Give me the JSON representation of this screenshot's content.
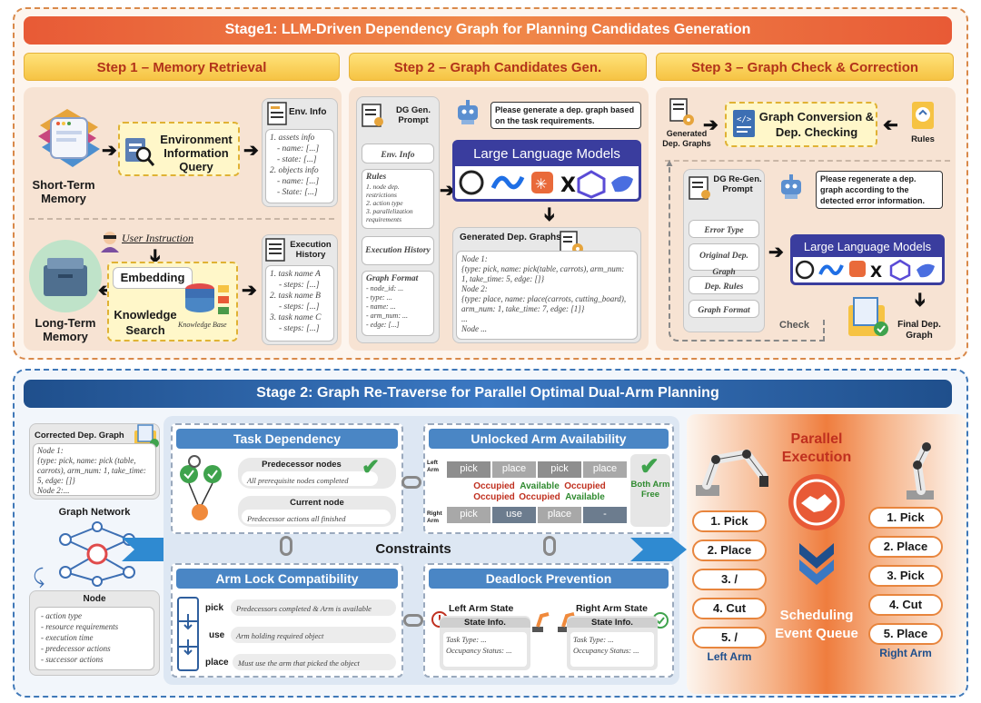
{
  "stage1": {
    "title": "Stage1: LLM-Driven Dependency Graph for Planning Candidates Generation",
    "step1": {
      "title": "Step 1 – Memory Retrieval",
      "short_term": "Short-Term Memory",
      "long_term": "Long-Term Memory",
      "env_query": "Environment Information Query",
      "user_instruction": "User Instruction",
      "embedding": "Embedding",
      "knowledge_search": "Knowledge Search",
      "knowledge_base": "Knowledge Base",
      "env_info_title": "Env. Info",
      "env_info_lines": [
        "1. assets info",
        "- name: [...]",
        "- state: [...]",
        "2. objects info",
        "- name: [...]",
        "- State: [...]"
      ],
      "exec_history_title": "Execution History",
      "exec_lines": [
        "1. task name A",
        "- steps: [...]",
        "2. task name B",
        "- steps: [...]",
        "3. task name C",
        "- steps: [...]"
      ]
    },
    "step2": {
      "title": "Step 2 – Graph Candidates Gen.",
      "prompt_title": "DG Gen. Prompt",
      "env_info": "Env. Info",
      "rules": "Rules",
      "rules_lines": [
        "1. node dep. restrictions",
        "2. action type",
        "3. parallelization requirements"
      ],
      "exec_history": "Execution History",
      "graph_format": "Graph Format",
      "graph_format_lines": [
        "- node_id: ...",
        "- type: ...",
        "- name: ...",
        "- arm_num: ...",
        "- edge: [...]"
      ],
      "speech": "Please generate a dep. graph based on the task requirements.",
      "llm": "Large Language Models",
      "generated_title": "Generated Dep. Graphs",
      "generated_lines": [
        "Node 1:",
        "{type: pick, name: pick(table, carrots), arm_num: 1, take_time: 5, edge: []}",
        "Node 2:",
        "{type: place, name: place(carrots, cutting_board), arm_num: 1, take_time: 7, edge: [1]}",
        "...",
        "Node ..."
      ]
    },
    "step3": {
      "title": "Step 3 – Graph Check & Correction",
      "generated": "Generated Dep. Graphs",
      "conversion": "Graph Conversion & Dep. Checking",
      "rules": "Rules",
      "prompt_title": "DG Re-Gen. Prompt",
      "error_type": "Error Type",
      "original": "Original Dep. Graph",
      "dep_rules": "Dep. Rules",
      "graph_format": "Graph Format",
      "check": "Check",
      "speech": "Please regenerate a dep. graph according to the detected error information.",
      "llm": "Large Language Models",
      "final": "Final Dep. Graph"
    }
  },
  "stage2": {
    "title": "Stage 2: Graph Re-Traverse for Parallel Optimal Dual-Arm Planning",
    "corrected_title": "Corrected Dep. Graph",
    "corrected_lines": [
      "Node 1:",
      "{type: pick, name: pick (table, carrots), arm_num: 1, take_time: 5, edge: []}",
      "Node 2:..."
    ],
    "graph_network": "Graph Network",
    "node_title": "Node",
    "node_lines": [
      "- action type",
      "- resource requirements",
      "- execution time",
      "- predecessor actions",
      "- successor actions"
    ],
    "task_dependency": {
      "title": "Task Dependency",
      "pred_title": "Predecessor nodes",
      "pred_text": "All prerequisite nodes completed",
      "cur_title": "Current node",
      "cur_text": "Predecessor actions all finished"
    },
    "unlocked": {
      "title": "Unlocked Arm Availability",
      "left_label": "Left Arm",
      "right_label": "Right Arm",
      "left_slots": [
        "pick",
        "place",
        "pick",
        "place"
      ],
      "right_slots": [
        "pick",
        "use",
        "place",
        "-"
      ],
      "status_top": [
        "Occupied",
        "Available",
        "Occupied"
      ],
      "status_bottom": [
        "Occupied",
        "Occupied",
        "Available"
      ],
      "both_free": "Both Arm Free"
    },
    "constraints": "Constraints",
    "arm_lock": {
      "title": "Arm Lock Compatibility",
      "rows": [
        {
          "key": "pick",
          "text": "Predecessors completed & Arm is available"
        },
        {
          "key": "use",
          "text": "Arm holding required object"
        },
        {
          "key": "place",
          "text": "Must use the arm that picked the object"
        }
      ]
    },
    "deadlock": {
      "title": "Deadlock Prevention",
      "left_state": "Left Arm State",
      "right_state": "Right Arm State",
      "state_info": "State Info.",
      "task_type": "Task Type: ...",
      "occupancy": "Occupancy Status: ..."
    },
    "parallel": "Parallel Execution",
    "scheduling": "Scheduling Event Queue",
    "left_queue": [
      "1. Pick",
      "2. Place",
      "3. /",
      "4. Cut",
      "5. /"
    ],
    "right_queue": [
      "1. Pick",
      "2. Place",
      "3. Pick",
      "4. Cut",
      "5. Place"
    ],
    "left_arm": "Left Arm",
    "right_arm": "Right Arm"
  },
  "colors": {
    "stage1_accent": "#e85a36",
    "stage2_accent": "#1f4f8c",
    "step_banner": "#f6c343",
    "llm": "#3a3d9e",
    "occupied": "#c0301f",
    "available": "#2f8a2f"
  }
}
